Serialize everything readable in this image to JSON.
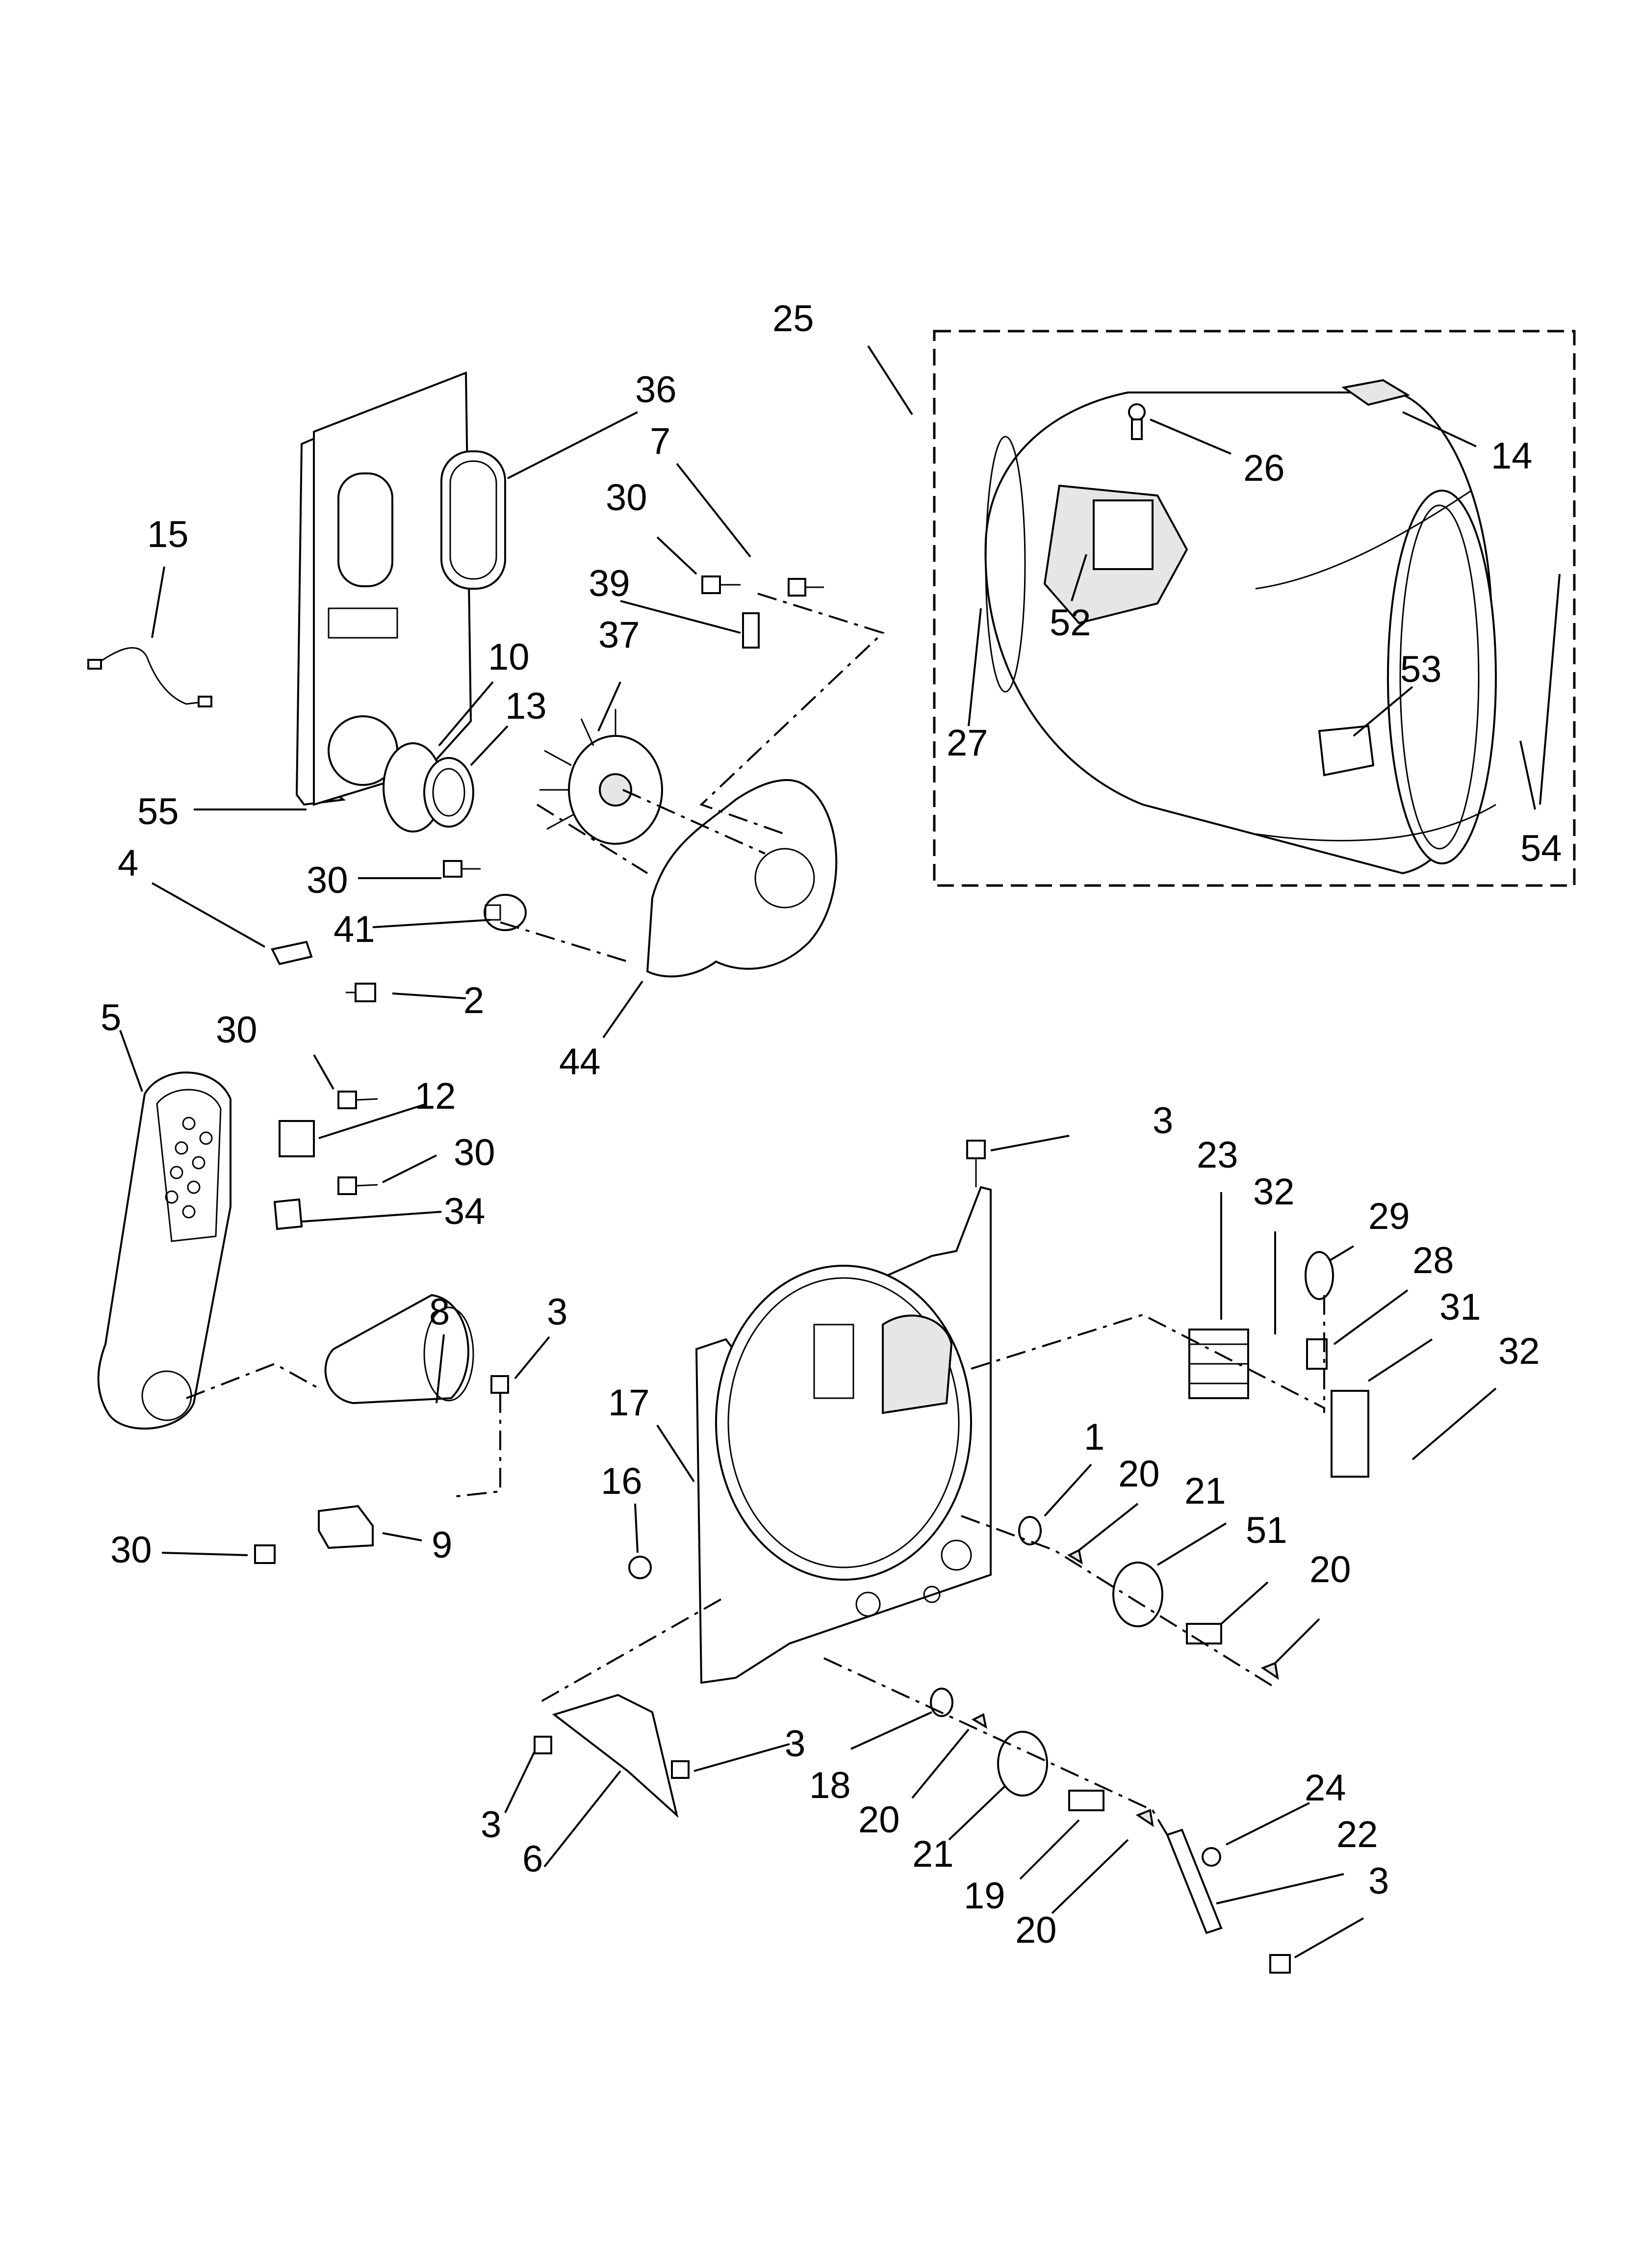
{
  "diagram": {
    "callouts": [
      {
        "id": "c25",
        "text": "25"
      },
      {
        "id": "c36",
        "text": "36"
      },
      {
        "id": "c7",
        "text": "7"
      },
      {
        "id": "c30a",
        "text": "30"
      },
      {
        "id": "c39",
        "text": "39"
      },
      {
        "id": "c37",
        "text": "37"
      },
      {
        "id": "c15",
        "text": "15"
      },
      {
        "id": "c10",
        "text": "10"
      },
      {
        "id": "c13",
        "text": "13"
      },
      {
        "id": "c55",
        "text": "55"
      },
      {
        "id": "c4",
        "text": "4"
      },
      {
        "id": "c30b",
        "text": "30"
      },
      {
        "id": "c41",
        "text": "41"
      },
      {
        "id": "c2",
        "text": "2"
      },
      {
        "id": "c44",
        "text": "44"
      },
      {
        "id": "c26",
        "text": "26"
      },
      {
        "id": "c14",
        "text": "14"
      },
      {
        "id": "c52",
        "text": "52"
      },
      {
        "id": "c27",
        "text": "27"
      },
      {
        "id": "c53",
        "text": "53"
      },
      {
        "id": "c54",
        "text": "54"
      },
      {
        "id": "c5",
        "text": "5"
      },
      {
        "id": "c30c",
        "text": "30"
      },
      {
        "id": "c12",
        "text": "12"
      },
      {
        "id": "c30d",
        "text": "30"
      },
      {
        "id": "c34",
        "text": "34"
      },
      {
        "id": "c8",
        "text": "8"
      },
      {
        "id": "c3a",
        "text": "3"
      },
      {
        "id": "c30e",
        "text": "30"
      },
      {
        "id": "c9",
        "text": "9"
      },
      {
        "id": "c3b",
        "text": "3"
      },
      {
        "id": "c23",
        "text": "23"
      },
      {
        "id": "c32a",
        "text": "32"
      },
      {
        "id": "c29",
        "text": "29"
      },
      {
        "id": "c28",
        "text": "28"
      },
      {
        "id": "c31",
        "text": "31"
      },
      {
        "id": "c32b",
        "text": "32"
      },
      {
        "id": "c17",
        "text": "17"
      },
      {
        "id": "c16",
        "text": "16"
      },
      {
        "id": "c1",
        "text": "1"
      },
      {
        "id": "c20a",
        "text": "20"
      },
      {
        "id": "c21a",
        "text": "21"
      },
      {
        "id": "c51",
        "text": "51"
      },
      {
        "id": "c20b",
        "text": "20"
      },
      {
        "id": "c3c",
        "text": "3"
      },
      {
        "id": "c18",
        "text": "18"
      },
      {
        "id": "c3d",
        "text": "3"
      },
      {
        "id": "c6",
        "text": "6"
      },
      {
        "id": "c20c",
        "text": "20"
      },
      {
        "id": "c21b",
        "text": "21"
      },
      {
        "id": "c19",
        "text": "19"
      },
      {
        "id": "c20d",
        "text": "20"
      },
      {
        "id": "c24",
        "text": "24"
      },
      {
        "id": "c22",
        "text": "22"
      },
      {
        "id": "c3e",
        "text": "3"
      }
    ]
  }
}
